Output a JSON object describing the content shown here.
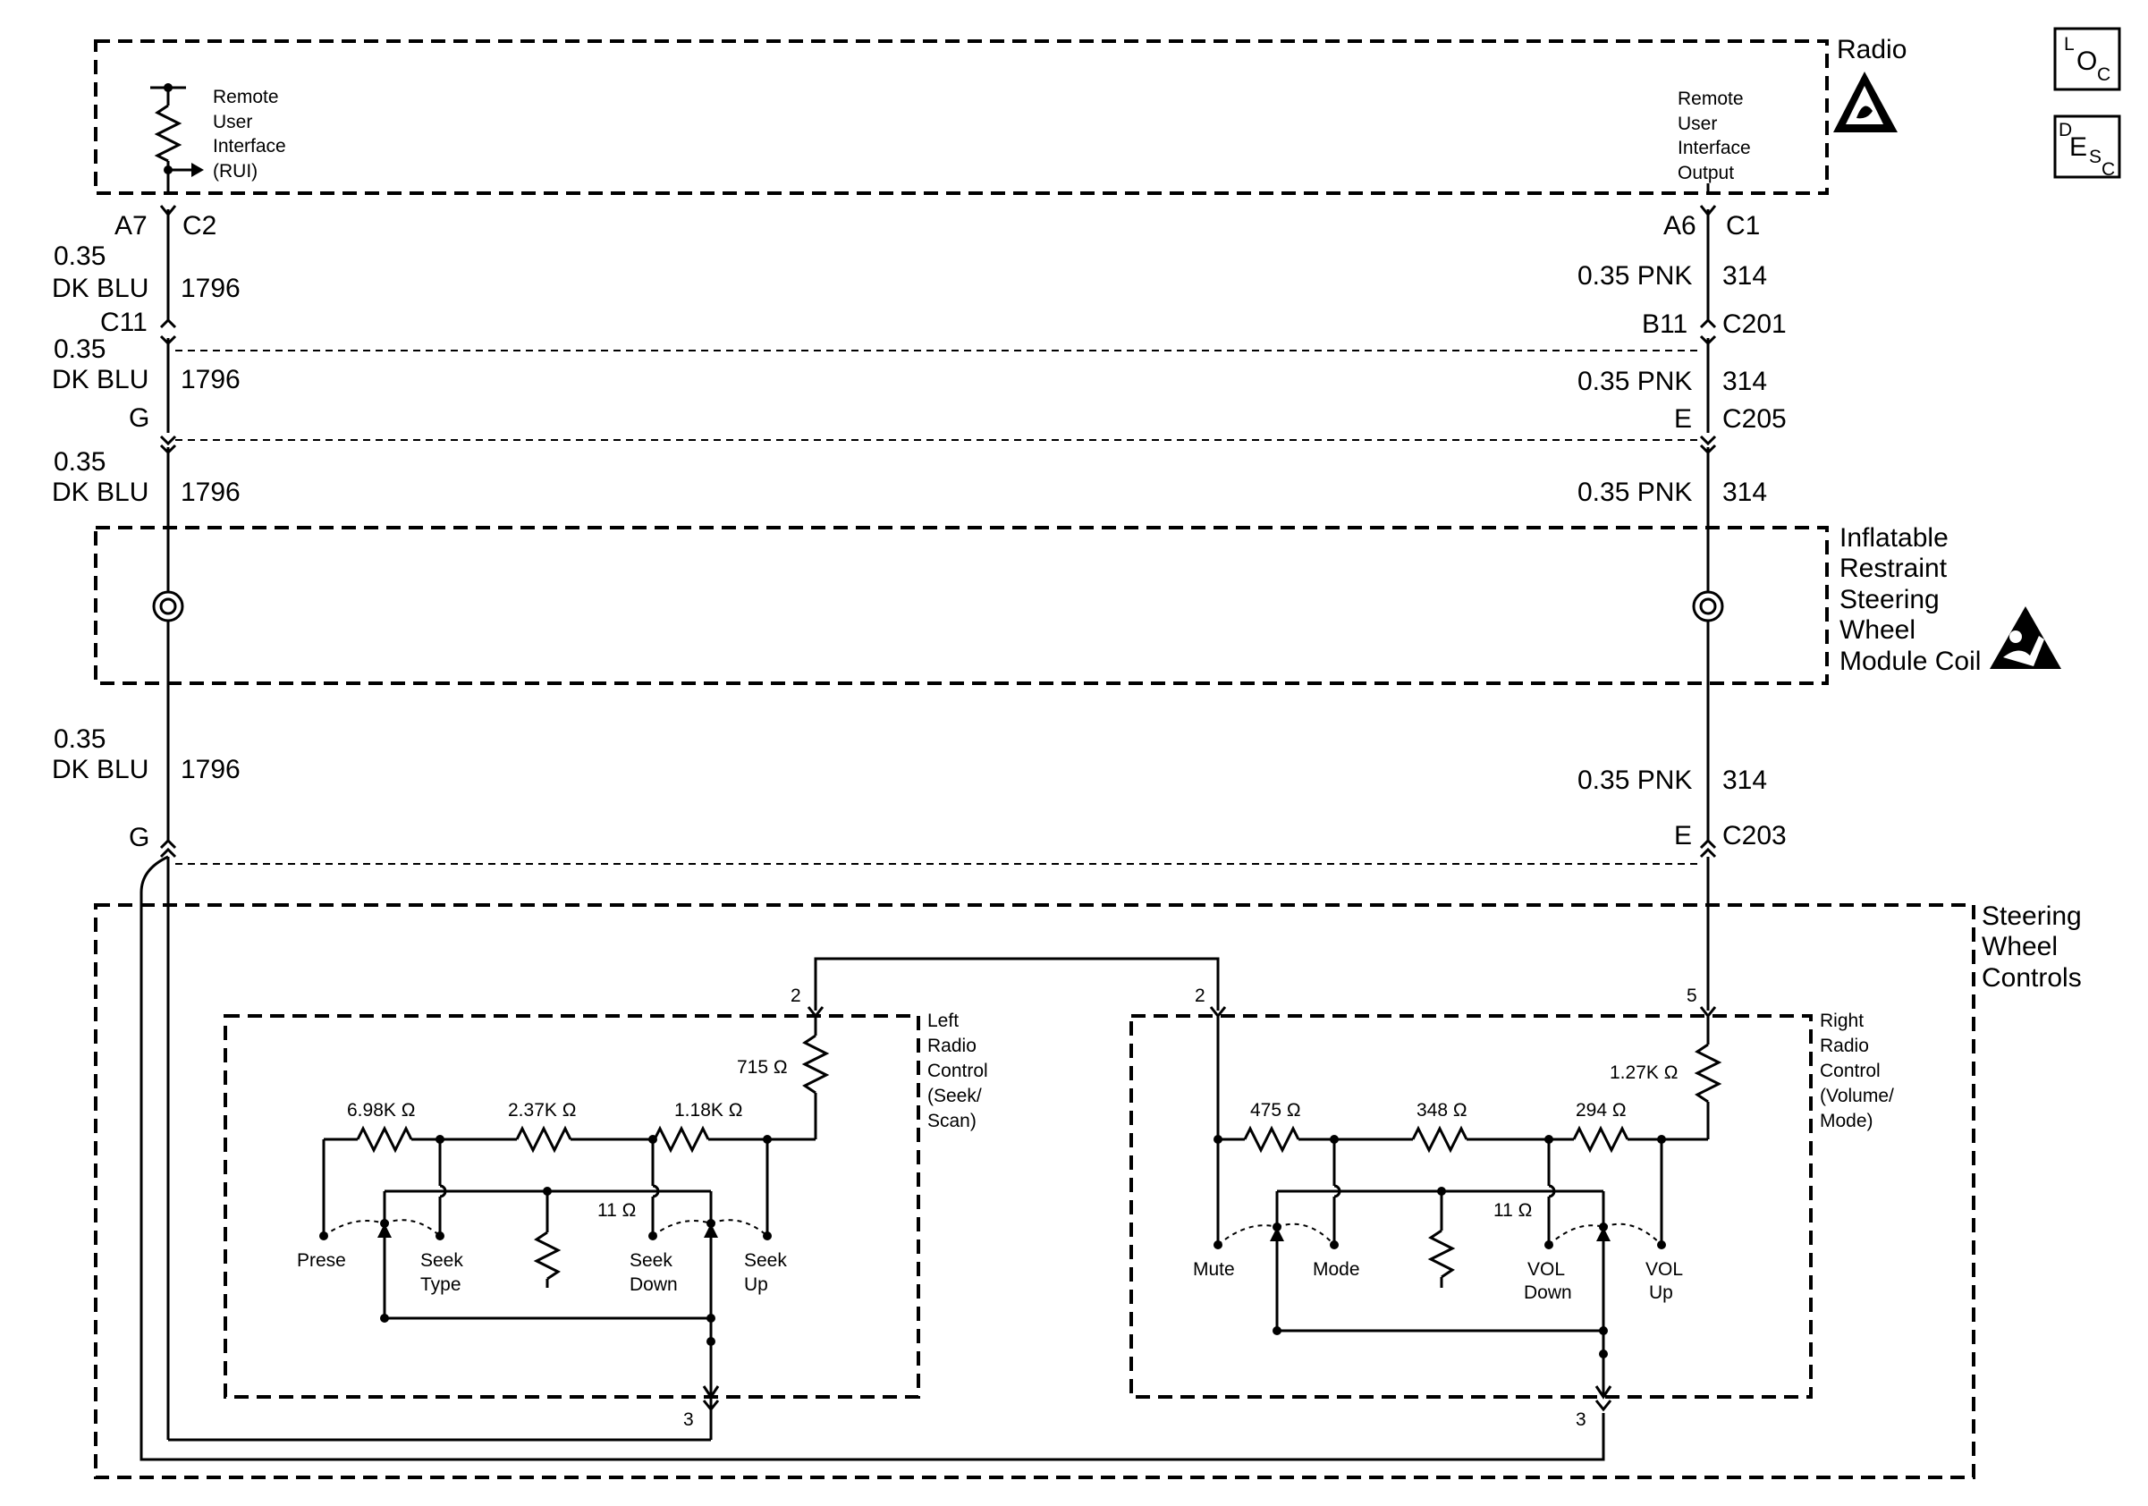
{
  "modules": {
    "radio": {
      "title": "Radio"
    },
    "coil": {
      "title": [
        "Inflatable",
        "Restraint",
        "Steering",
        "Wheel",
        "Module Coil"
      ]
    },
    "swc": {
      "title": [
        "Steering",
        "Wheel",
        "Controls"
      ]
    },
    "left_control": {
      "title": [
        "Left",
        "Radio",
        "Control",
        "(Seek/",
        "Scan)"
      ]
    },
    "right_control": {
      "title": [
        "Right",
        "Radio",
        "Control",
        "(Volume/",
        "Mode)"
      ]
    }
  },
  "badges": {
    "loc": {
      "main": "L",
      "sub": "O",
      "sub2": "C"
    },
    "desc": {
      "main": "D",
      "sub": "E",
      "sub2": "S",
      "sub3": "C"
    }
  },
  "radio_pins": {
    "rui": {
      "lines": [
        "Remote",
        "User",
        "Interface",
        "(RUI)"
      ],
      "pin": "A7",
      "connector": "C2"
    },
    "rui_out": {
      "lines": [
        "Remote",
        "User",
        "Interface",
        "Output"
      ],
      "pin": "A6",
      "connector": "C1"
    }
  },
  "left_wire": {
    "seg1": {
      "gauge": "0.35",
      "color": "DK BLU",
      "circuit": "1796"
    },
    "conn1": {
      "pin": "C11"
    },
    "seg2": {
      "gauge": "0.35",
      "color": "DK BLU",
      "circuit": "1796"
    },
    "conn2": {
      "pin": "G"
    },
    "seg3": {
      "gauge": "0.35",
      "color": "DK BLU",
      "circuit": "1796"
    },
    "seg4": {
      "gauge": "0.35",
      "color": "DK BLU",
      "circuit": "1796"
    },
    "conn3": {
      "pin": "G"
    }
  },
  "right_wire": {
    "seg1": {
      "label": "0.35 PNK",
      "circuit": "314"
    },
    "conn1": {
      "pin": "B11",
      "connector": "C201"
    },
    "seg2": {
      "label": "0.35 PNK",
      "circuit": "314"
    },
    "conn2": {
      "pin": "E",
      "connector": "C205"
    },
    "seg3": {
      "label": "0.35 PNK",
      "circuit": "314"
    },
    "seg4": {
      "label": "0.35 PNK",
      "circuit": "314"
    },
    "conn3": {
      "pin": "E",
      "connector": "C203"
    }
  },
  "left_control": {
    "pin_top": "2",
    "pin_bottom": "3",
    "resistors": {
      "top": "715 Ω",
      "r1": "6.98K Ω",
      "r2": "2.37K Ω",
      "r3": "1.18K Ω",
      "pull": "11 Ω"
    },
    "switches": [
      "Prese",
      "Seek",
      "Type",
      "Seek",
      "Down",
      "Seek",
      "Up"
    ]
  },
  "right_control": {
    "pin_top_left": "2",
    "pin_top_right": "5",
    "pin_bottom": "3",
    "resistors": {
      "top": "1.27K Ω",
      "r1": "475 Ω",
      "r2": "348 Ω",
      "r3": "294 Ω",
      "pull": "11 Ω"
    },
    "switches": [
      "Mute",
      "Mode",
      "VOL",
      "Down",
      "VOL",
      "Up"
    ]
  },
  "icons": [
    "esd-warning-icon",
    "airbag-warning-icon",
    "clockspring-coil-icon"
  ]
}
